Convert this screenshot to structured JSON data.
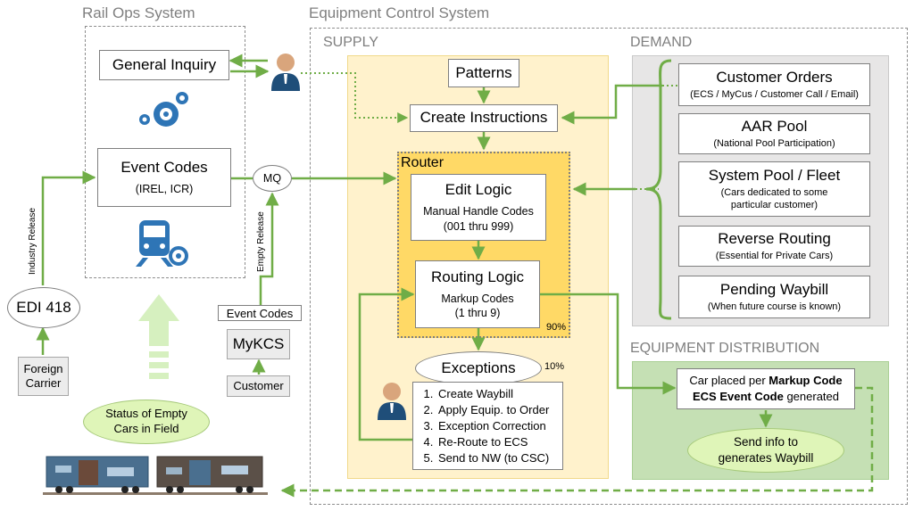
{
  "rail_ops": {
    "title": "Rail Ops System",
    "general_inquiry": "General Inquiry",
    "event_codes_title": "Event Codes",
    "event_codes_sub": "(IREL, ICR)"
  },
  "mq_label": "MQ",
  "edi_label": "EDI 418",
  "industry_release": "Industry Release",
  "empty_release": "Empty Release",
  "foreign_carrier": [
    "Foreign",
    "Carrier"
  ],
  "event_codes_tag": "Event Codes",
  "mykcs": "MyKCS",
  "customer": "Customer",
  "status_empty": [
    "Status of Empty",
    "Cars in Field"
  ],
  "ecs": {
    "title": "Equipment Control System",
    "supply": "SUPPLY",
    "demand": "DEMAND",
    "distribution": "EQUIPMENT DISTRIBUTION"
  },
  "supply": {
    "patterns": "Patterns",
    "create_instructions": "Create Instructions",
    "router": "Router",
    "edit_logic": {
      "title": "Edit Logic",
      "line1": "Manual Handle Codes",
      "line2": "(001 thru 999)"
    },
    "routing_logic": {
      "title": "Routing Logic",
      "line1": "Markup Codes",
      "line2": "(1 thru 9)"
    },
    "pct_90": "90%",
    "exceptions": "Exceptions",
    "pct_10": "10%",
    "exception_items": [
      "Create Waybill",
      "Apply Equip. to Order",
      "Exception Correction",
      "Re-Route to ECS",
      "Send to NW (to CSC)"
    ]
  },
  "demand_items": [
    {
      "title": "Customer Orders",
      "sub": "(ECS / MyCus / Customer Call / Email)"
    },
    {
      "title": "AAR Pool",
      "sub": "(National Pool Participation)"
    },
    {
      "title": "System Pool / Fleet",
      "sub": "(Cars dedicated to some particular customer)"
    },
    {
      "title": "Reverse Routing",
      "sub": "(Essential for Private Cars)"
    },
    {
      "title": "Pending Waybill",
      "sub": "(When future course is known)"
    }
  ],
  "distribution": {
    "line1_pre": "Car placed per ",
    "line1_bold": "Markup Code",
    "line2_bold": "ECS Event Code",
    "line2_post": " generated",
    "send_info": [
      "Send info to",
      "generates Waybill"
    ]
  },
  "colors": {
    "arrow_green": "#70ad47",
    "supply_fill": "#fff2cc",
    "router_fill": "#ffd966",
    "dist_fill": "#c5e0b4",
    "demand_fill": "#e7e6e6"
  }
}
